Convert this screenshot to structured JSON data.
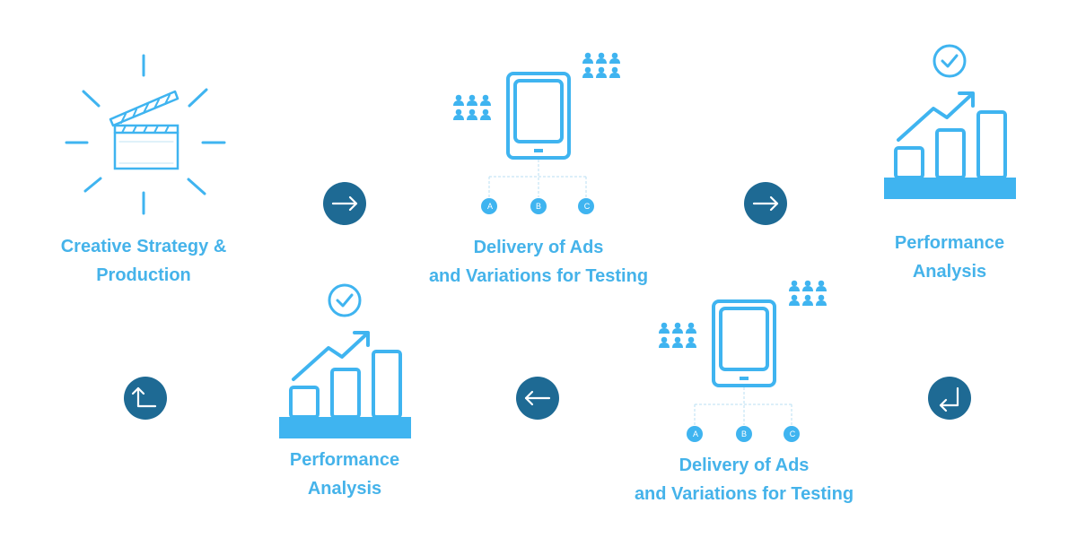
{
  "colors": {
    "icon": "#3fb4f0",
    "text": "#45b3ea",
    "nav": "#1e6a94"
  },
  "steps": [
    {
      "lines": [
        "Creative Strategy &",
        "Production"
      ],
      "icon": "clapperboard-icon"
    },
    {
      "lines": [
        "Delivery of Ads",
        "and Variations for Testing"
      ],
      "icon": "tablet-icon",
      "variants": [
        "A",
        "B",
        "C"
      ]
    },
    {
      "lines": [
        "Performance",
        "Analysis"
      ],
      "icon": "growth-chart-icon"
    },
    {
      "lines": [
        "Delivery of Ads",
        "and Variations for Testing"
      ],
      "icon": "tablet-icon",
      "variants": [
        "A",
        "B",
        "C"
      ]
    },
    {
      "lines": [
        "Performance",
        "Analysis"
      ],
      "icon": "growth-chart-icon"
    }
  ],
  "connectors": [
    "arrow-right-icon",
    "arrow-right-icon",
    "return-arrow-icon",
    "arrow-left-icon",
    "arrow-up-corner-icon"
  ]
}
